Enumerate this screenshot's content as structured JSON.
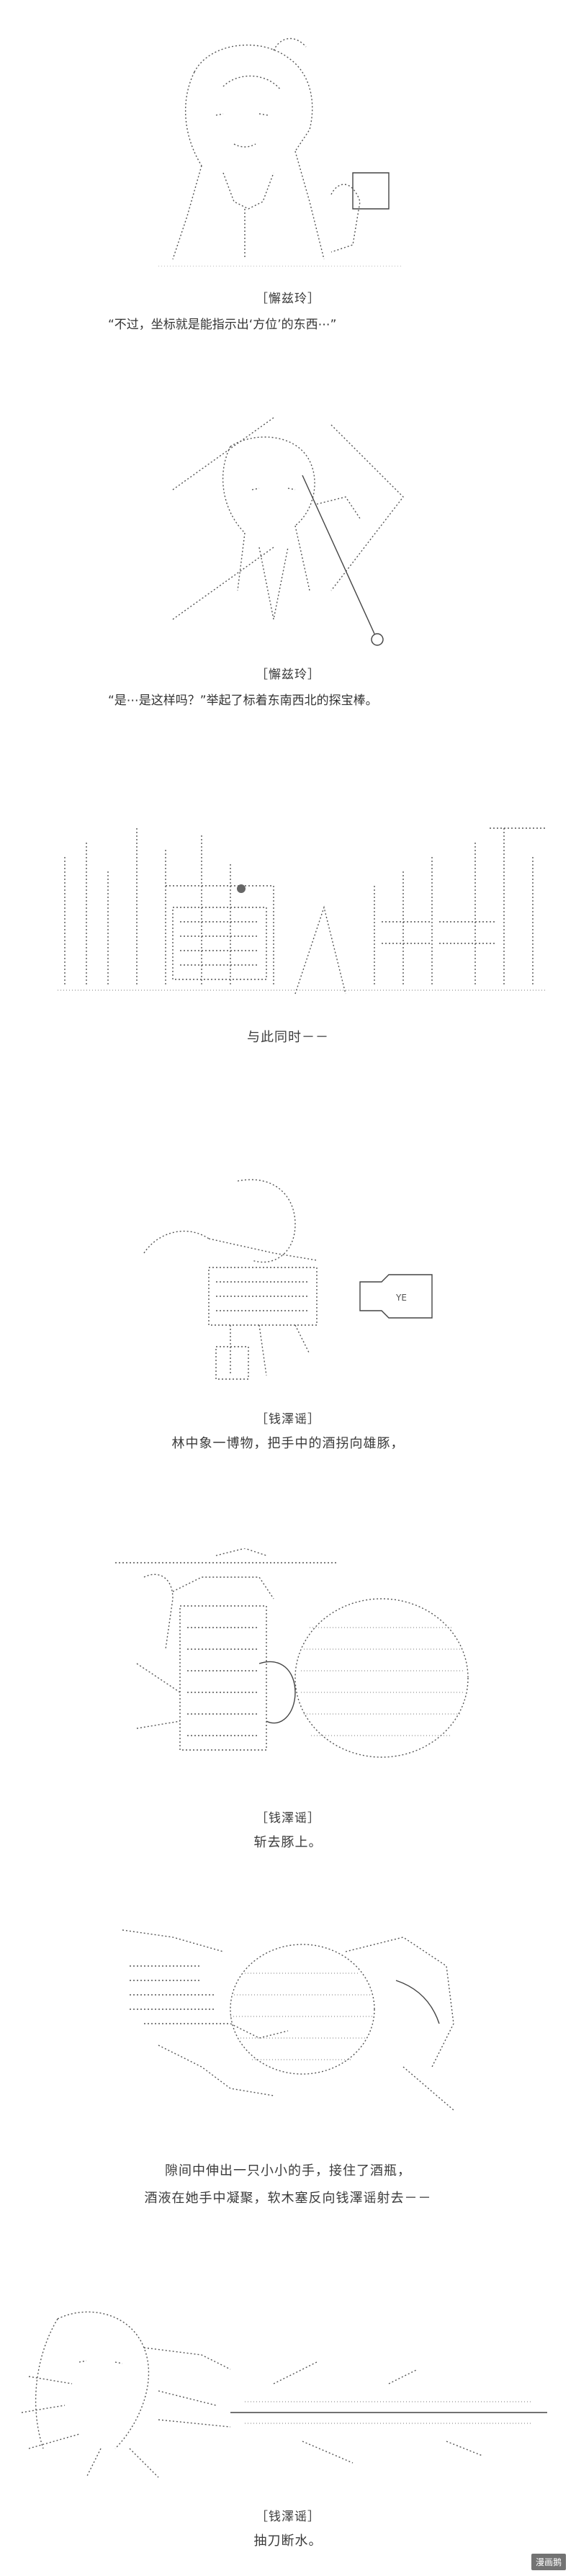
{
  "panels": [
    {
      "speaker": "［懈兹玲］",
      "line": "“不过，坐标就是能指示出‘方位’的东西⋯”"
    },
    {
      "speaker": "［懈兹玲］",
      "line": "“是⋯是这样吗？”举起了标着东南西北的探宝棒。"
    },
    {
      "speaker": "",
      "line": "与此同时－－"
    },
    {
      "speaker": "［钱澤谣］",
      "line": "林中象一博物，把手中的酒拐向雄豚，"
    },
    {
      "speaker": "［钱澤谣］",
      "line": "斩去豚上。"
    },
    {
      "speaker": "",
      "line": "隙间中伸出一只小小的手，接住了酒瓶，",
      "line2": "酒液在她手中凝聚，软木塞反向钱澤谣射去－－"
    },
    {
      "speaker": "［钱澤谣］",
      "line": "抽刀断水。"
    }
  ],
  "watermark": "漫画鹅",
  "bottle_label": "YE"
}
